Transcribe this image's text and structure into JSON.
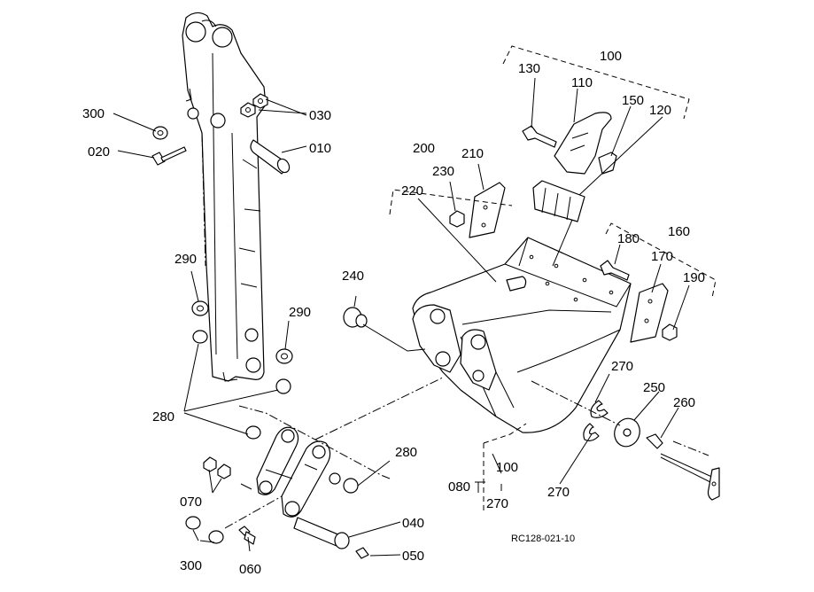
{
  "drawing_code": "RC128-021-10",
  "callouts": {
    "c300a": "300",
    "c020": "020",
    "c030": "030",
    "c010": "010",
    "c290a": "290",
    "c290b": "290",
    "c280a": "280",
    "c280b": "280",
    "c070": "070",
    "c300b": "300",
    "c060": "060",
    "c040": "040",
    "c050": "050",
    "c240": "240",
    "c200": "200",
    "c230": "230",
    "c210": "210",
    "c220": "220",
    "c130": "130",
    "c100a": "100",
    "c110": "110",
    "c150": "150",
    "c120": "120",
    "c180": "180",
    "c160": "160",
    "c170": "170",
    "c190": "190",
    "c270a": "270",
    "c250": "250",
    "c260": "260",
    "c270b": "270",
    "c080": "080",
    "c100b": "100",
    "c270c": "270"
  }
}
